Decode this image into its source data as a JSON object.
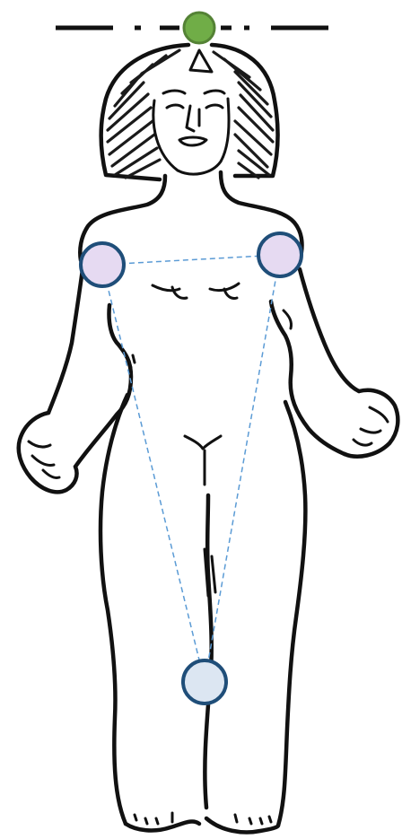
{
  "colors": {
    "ink": "#111111",
    "connector": "#5b9bd5",
    "node_stroke": "#1f4e79",
    "top_node_fill": "#70ad47",
    "top_node_stroke": "#548235",
    "shoulder_node_fill": "#e6daf2",
    "hip_node_fill": "#dce6f2"
  },
  "diagram": {
    "figure": "hand-drawn-human-figure",
    "top_marker": {
      "kind": "dash-dot-line-with-node"
    },
    "nodes": [
      {
        "id": "head-top",
        "shape": "circle",
        "color_key": "top_node_fill"
      },
      {
        "id": "left-shoulder",
        "shape": "circle",
        "color_key": "shoulder_node_fill"
      },
      {
        "id": "right-shoulder",
        "shape": "circle",
        "color_key": "shoulder_node_fill"
      },
      {
        "id": "pelvis",
        "shape": "circle",
        "color_key": "hip_node_fill"
      }
    ],
    "connections": [
      {
        "from": "left-shoulder",
        "to": "right-shoulder",
        "style": "dashed"
      },
      {
        "from": "left-shoulder",
        "to": "pelvis",
        "style": "dashed"
      },
      {
        "from": "right-shoulder",
        "to": "pelvis",
        "style": "dashed"
      }
    ]
  }
}
